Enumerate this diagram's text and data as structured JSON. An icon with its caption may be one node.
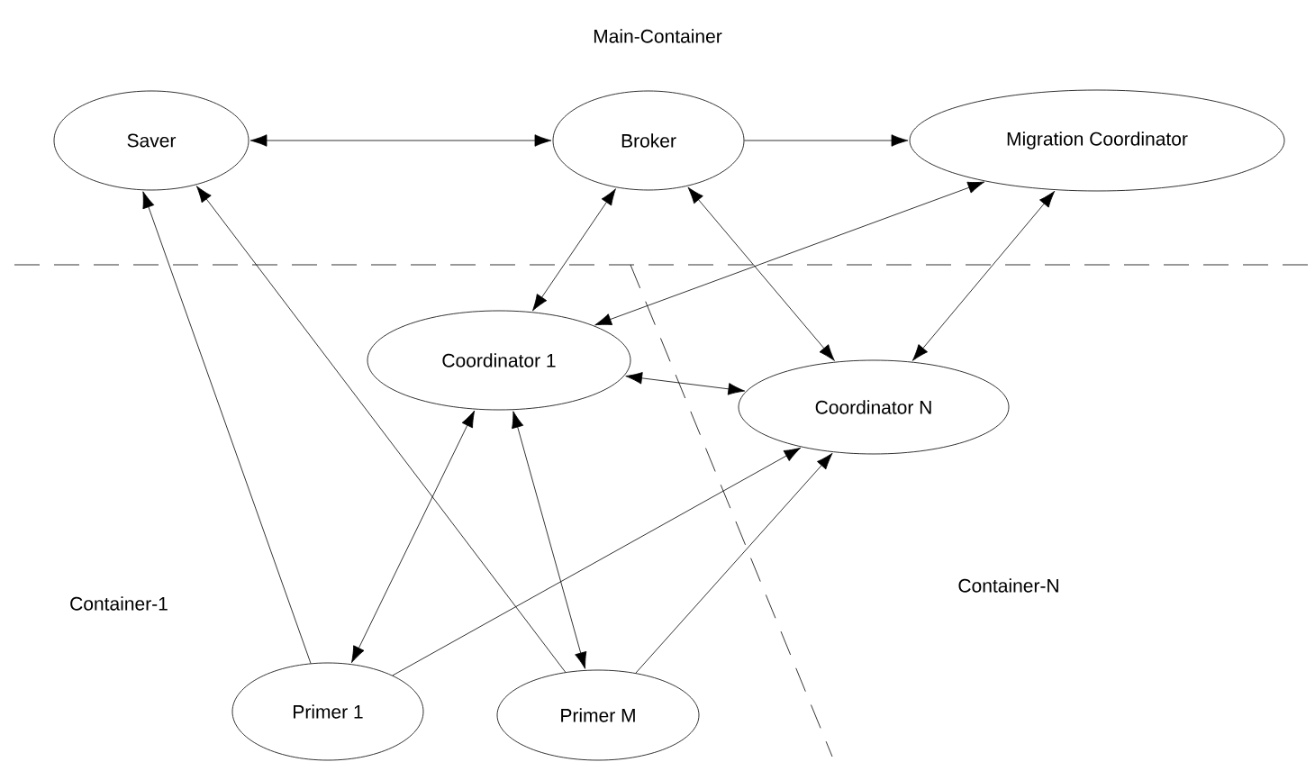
{
  "diagram": {
    "nodes": [
      {
        "text": [
          "Saver"
        ]
      },
      {
        "text": [
          "Broker"
        ]
      },
      {
        "text": [
          "Migration Coordinator"
        ]
      },
      {
        "text": [
          "Coordinator 1"
        ]
      },
      {
        "text": [
          "Coordinator N"
        ]
      },
      {
        "text": [
          "Primer 1"
        ]
      },
      {
        "text": [
          "Primer M"
        ]
      }
    ],
    "edges": [
      {
        "from": 0,
        "to": 1,
        "arrow": "both"
      },
      {
        "from": 1,
        "to": 2,
        "arrow": "to"
      },
      {
        "from": 3,
        "to": 2,
        "arrow": "both"
      },
      {
        "from": 1,
        "to": 3,
        "arrow": "both"
      },
      {
        "from": 1,
        "to": 4,
        "arrow": "both"
      },
      {
        "from": 2,
        "to": 4,
        "arrow": "both"
      },
      {
        "from": 3,
        "to": 4,
        "arrow": "both"
      },
      {
        "from": 5,
        "to": 0,
        "arrow": "to"
      },
      {
        "from": 6,
        "to": 0,
        "arrow": "to"
      },
      {
        "from": 5,
        "to": 3,
        "arrow": "both"
      },
      {
        "from": 5,
        "to": 4,
        "arrow": "to"
      },
      {
        "from": 3,
        "to": 6,
        "arrow": "both"
      },
      {
        "from": 6,
        "to": 4,
        "arrow": "to"
      }
    ],
    "labels": [
      "Main-Container",
      "Container-1",
      "Container-N"
    ]
  }
}
